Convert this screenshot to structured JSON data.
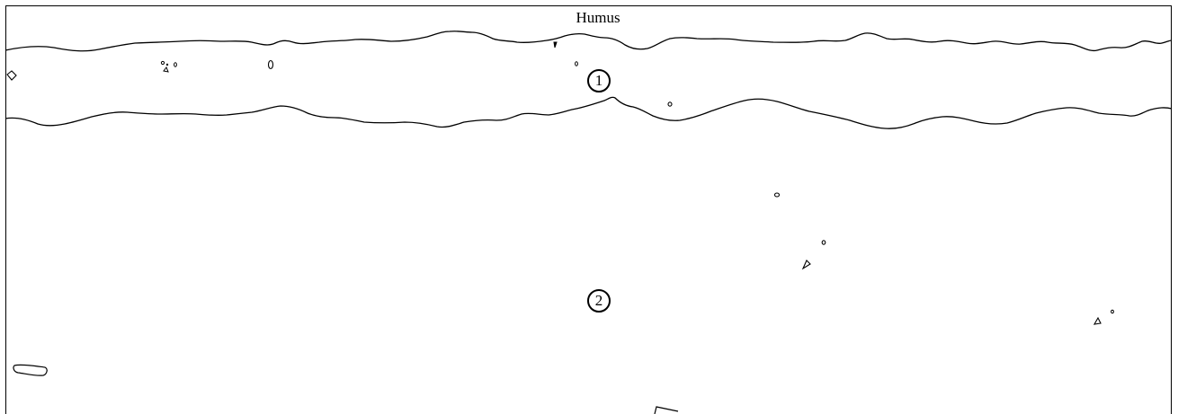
{
  "diagram": {
    "title": "Humus",
    "layers": [
      {
        "label": "1"
      },
      {
        "label": "2"
      }
    ]
  },
  "colors": {
    "line": "#000000",
    "background": "#ffffff"
  }
}
